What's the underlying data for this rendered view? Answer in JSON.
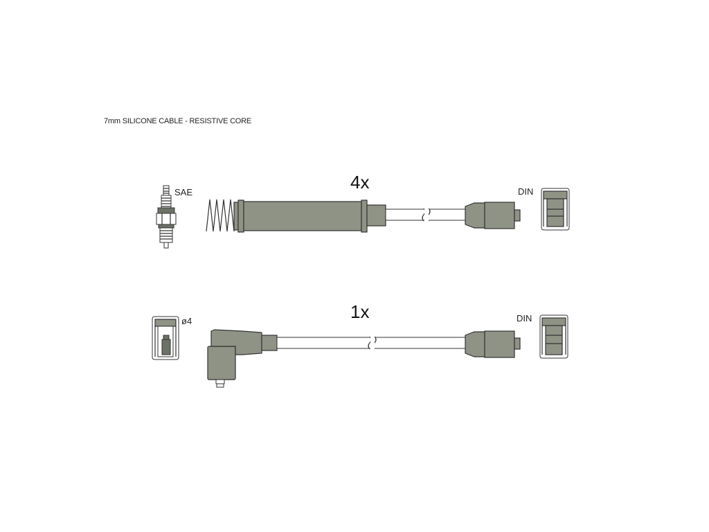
{
  "caption": "7mm SILICONE CABLE - RESISTIVE CORE",
  "sets": [
    {
      "quantity": "4x",
      "left_terminal": "SAE",
      "right_terminal": "DIN"
    },
    {
      "quantity": "1x",
      "left_terminal": "ø4",
      "right_terminal": "DIN"
    }
  ],
  "colors": {
    "boot": "#8e9385",
    "outline": "#333333"
  }
}
